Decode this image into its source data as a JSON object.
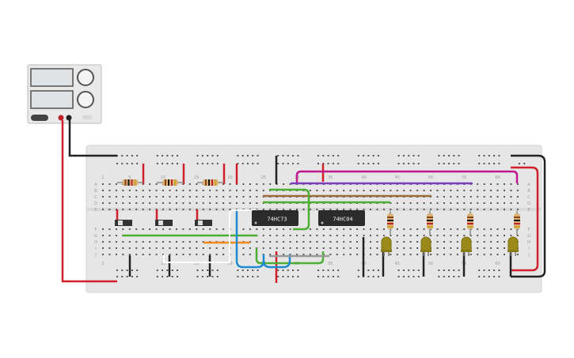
{
  "power_supply": {
    "display_top": "",
    "display_bottom": ""
  },
  "chips": [
    {
      "label": "74HC73"
    },
    {
      "label": "74HC04"
    }
  ],
  "breadboard": {
    "column_numbers": [
      "1",
      "5",
      "10",
      "15",
      "20",
      "25",
      "30",
      "35",
      "40",
      "45",
      "50",
      "55",
      "60"
    ],
    "row_letters_top": [
      "A",
      "B",
      "C",
      "D",
      "E"
    ],
    "row_letters_bottom": [
      "F",
      "G",
      "H",
      "I",
      "J"
    ]
  },
  "colors": {
    "board": "#e6e6e6",
    "hole": "#555555",
    "wire_red": "#d0202a",
    "wire_black": "#222222",
    "wire_green": "#4caf32",
    "wire_brown": "#9b6b3a",
    "wire_purple": "#7a3fb8",
    "wire_magenta": "#c2168f",
    "wire_orange": "#f08a1c",
    "wire_blue": "#1e8bd0",
    "wire_white": "#ffffff",
    "wire_gray": "#9a9a9a",
    "led_yellow": "#9a8a1a",
    "chip": "#2b2b2b"
  }
}
